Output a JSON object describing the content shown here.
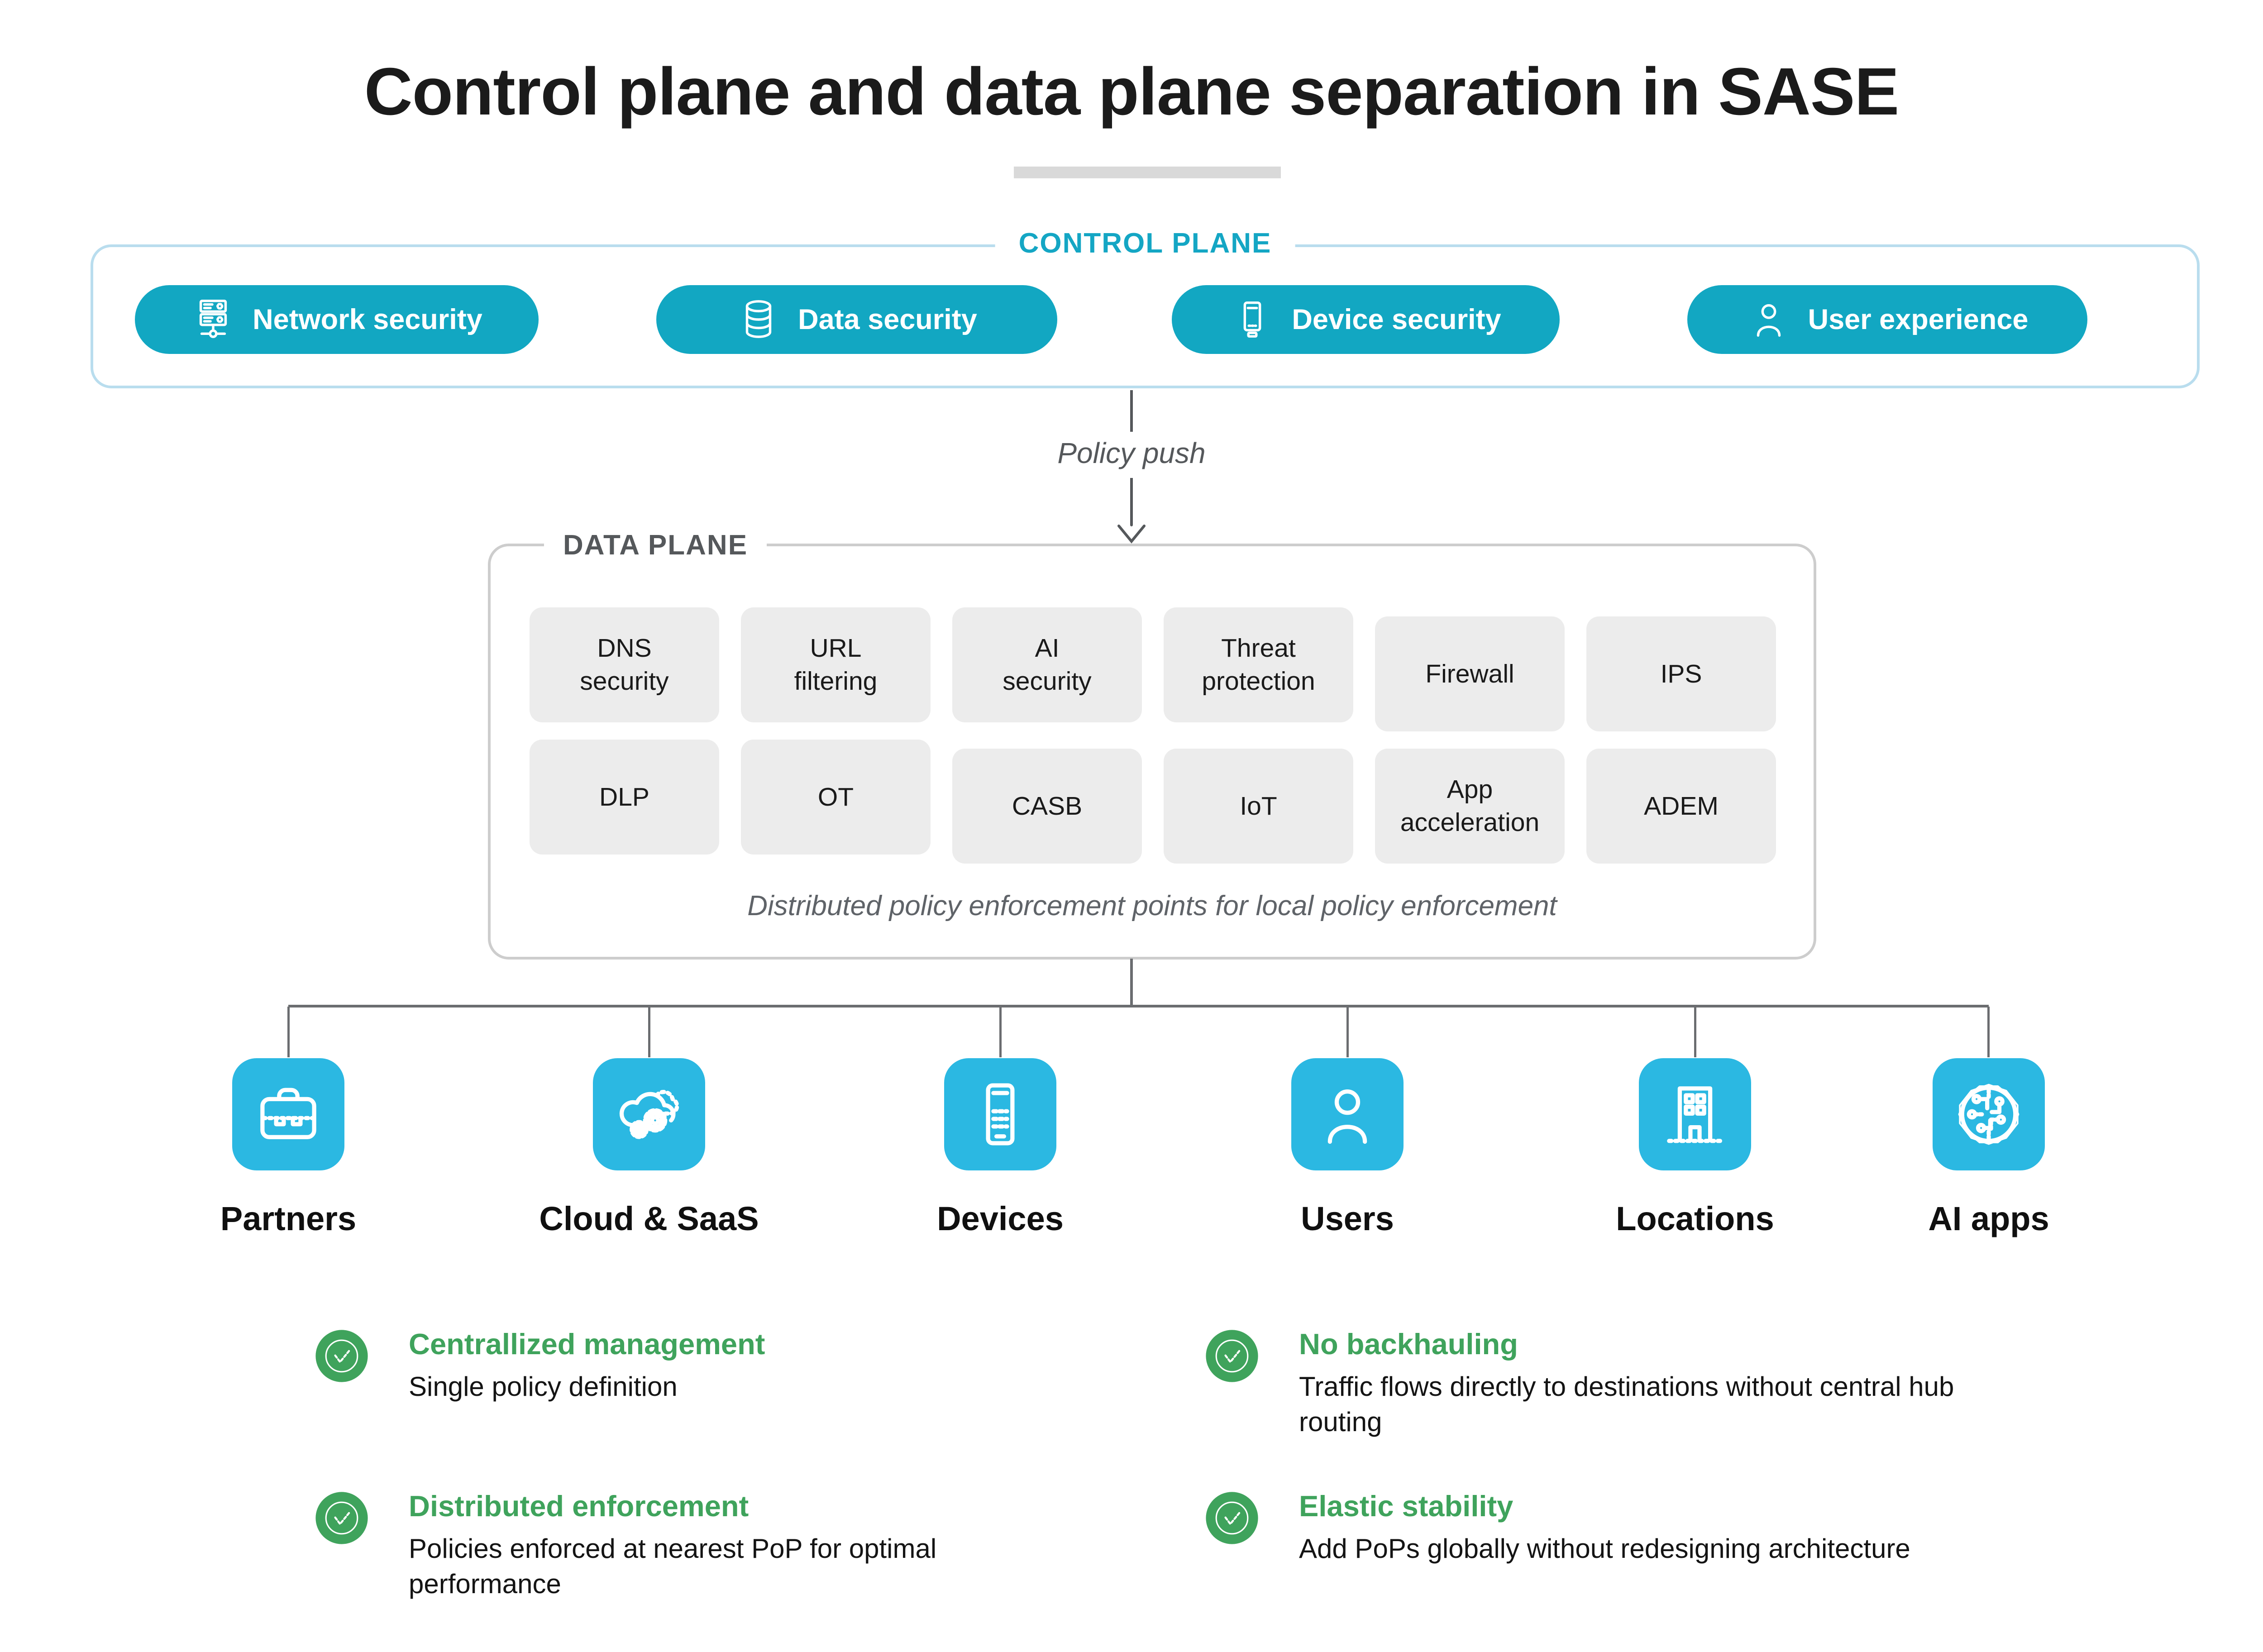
{
  "title": "Control plane and data plane separation in SASE",
  "control_plane": {
    "label": "CONTROL PLANE",
    "pills": [
      {
        "label": "Network security",
        "icon": "servers-icon"
      },
      {
        "label": "Data security",
        "icon": "database-icon"
      },
      {
        "label": "Device security",
        "icon": "device-icon"
      },
      {
        "label": "User experience",
        "icon": "user-icon"
      }
    ]
  },
  "policy_push_label": "Policy push",
  "data_plane": {
    "label": "DATA PLANE",
    "rows": [
      [
        "DNS\nsecurity",
        "URL\nfiltering",
        "AI\nsecurity",
        "Threat\nprotection",
        "Firewall",
        "IPS"
      ],
      [
        "DLP",
        "OT",
        "CASB",
        "IoT",
        "App\nacceleration",
        "ADEM"
      ]
    ],
    "caption": "Distributed policy enforcement points for local policy enforcement"
  },
  "endpoints": [
    {
      "label": "Partners",
      "icon": "briefcase-icon"
    },
    {
      "label": "Cloud & SaaS",
      "icon": "cloud-gears-icon"
    },
    {
      "label": "Devices",
      "icon": "smartphone-icon"
    },
    {
      "label": "Users",
      "icon": "person-icon"
    },
    {
      "label": "Locations",
      "icon": "building-icon"
    },
    {
      "label": "AI apps",
      "icon": "ai-circuit-icon"
    }
  ],
  "benefits": [
    {
      "heading": "Centrallized management",
      "body": "Single policy definition",
      "icon": "check-circle-icon"
    },
    {
      "heading": "Distributed enforcement",
      "body": "Policies enforced at nearest PoP for optimal performance",
      "icon": "check-circle-icon"
    },
    {
      "heading": "No backhauling",
      "body": "Traffic flows directly to destinations without central hub routing",
      "icon": "check-circle-icon"
    },
    {
      "heading": "Elastic stability",
      "body": "Add PoPs globally without redesigning architecture",
      "icon": "check-circle-icon"
    }
  ],
  "colors": {
    "teal_pill": "#12a7c2",
    "control_plane_border": "#b9ddee",
    "control_plane_label": "#14a6c4",
    "cyan_endpoint": "#2bb8e2",
    "green_accent": "#3fa35c",
    "chip_bg": "#ececec",
    "data_plane_border": "#cdcdcd",
    "connector_gray": "#6b6d70",
    "text_dark": "#1b1b1b",
    "text_gray": "#55585b",
    "title_underline": "#d9d9d9"
  }
}
